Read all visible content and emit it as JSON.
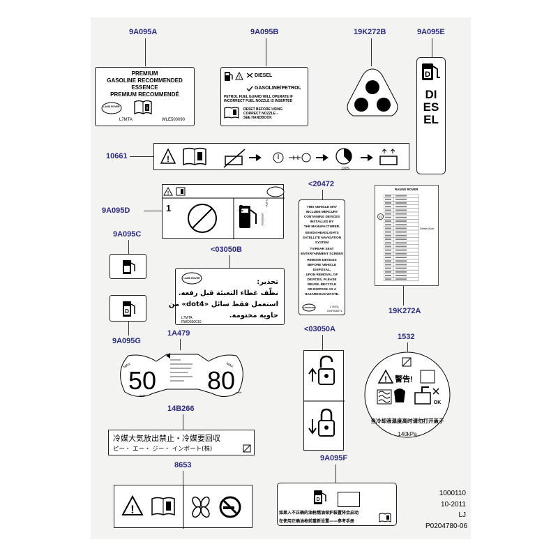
{
  "callouts": {
    "c1": "9A095A",
    "c2": "9A095B",
    "c3": "19K272B",
    "c4": "9A095E",
    "c5": "10661",
    "c6": "<20472",
    "c7": "9A095D",
    "c8": "9A095C",
    "c9": "<03050B",
    "c10": "19K272A",
    "c11": "9A095G",
    "c12": "1A479",
    "c13": "<03050A",
    "c14": "1532",
    "c15": "14B266",
    "c16": "8653",
    "c17": "9A095F"
  },
  "label_a": {
    "line1": "PREMIUM",
    "line2": "GASOLINE RECOMMENDED",
    "line3": "ESSENCE",
    "line4": "PREMIUM RECOMMENDÉ",
    "logo": "LAND ROVER",
    "code1": "L7MTA",
    "code2": "WLE500090"
  },
  "label_b": {
    "diesel": "DIESEL",
    "gasoline": "GASOLINE/PETROL",
    "warn1": "PETROL FUEL GUARD WILL OPERATE IF",
    "warn2": "INCORRECT FUEL NOZZLE IS INSERTED",
    "reset1": "RESET BEFORE USING",
    "reset2": "CORRECT NOZZLE -",
    "reset3": "SEE HANDBOOK"
  },
  "label_e": {
    "word": "DIESEL"
  },
  "label_10661": {
    "time": "120S"
  },
  "label_d": {
    "n1": "1",
    "n2": "2",
    "logo": "LAND ROVER",
    "side1": "7L8TA",
    "side2": "LR050100"
  },
  "label_20472": {
    "lines": [
      "THIS VEHICLE MAY",
      "INCLUDE MERCURY",
      "CONTAINING DEVICES",
      "INSTALLED BY",
      "THE MANUFACTURER.",
      "XENON HEADLIGHTS",
      "SATELLITE NAVIGATION",
      "SYSTEM",
      "TV/REAR SEAT",
      "ENTERTAINMENT SCREEN",
      "REMOVE DEVICES",
      "BEFORE VEHICLE",
      "DISPOSAL,",
      "UPON REMOVAL OF",
      "DEVICES, PLEASE",
      "REUSE, RECYCLE",
      "OR DISPOSE AS A",
      "HAZARDOUS WASTE."
    ],
    "logo": "LAND ROVER",
    "code1": "L7MTA",
    "code2": "GNF506071"
  },
  "label_19k272a": {
    "title": "RANGE ROVER",
    "e_mark": "E1",
    "note": "Diesel Auto"
  },
  "label_03050b": {
    "ar1": "تحذير:",
    "ar2": "نظّف غطاء التعبئة قبل رفعه.",
    "ar3": "استعمل فقط سائل «dot4» من",
    "ar4": "حاوية مختومة.",
    "logo": "LAND ROVER",
    "code1": "L7MTA",
    "code2": "RWD500010"
  },
  "label_1a479": {
    "speed1": "50",
    "speed2": "80",
    "max": "MAX",
    "mph": "mph",
    "kmh": "km/h"
  },
  "label_14b266": {
    "line1": "冷媒大気放出禁止・冷媒要回収",
    "line2": "ピー・ エー・ ジー・ インポート(株)"
  },
  "label_1532": {
    "warn": "警告!",
    "ok": "OK",
    "cn": "当冷却液温度高时请勿打开盖子",
    "pressure": "140kPa"
  },
  "label_9a095f": {
    "line1": "如果入不正确的油枪燃油保护装置将会启动",
    "line2": "在使用正确油枪前重新设置——参考手册"
  },
  "footer": {
    "l1": "1000110",
    "l2": "10-2011",
    "l3": "LJ",
    "l4": "P0204780-06"
  },
  "icons": [
    "warning-triangle-icon",
    "handbook-icon",
    "fuel-pump-icon",
    "battery-icon",
    "key-icon",
    "timer-icon",
    "padlock-icon",
    "fan-icon",
    "no-smoking-icon",
    "cooling-icon"
  ],
  "colors": {
    "callout": "#2a2a86",
    "sheet": "#f3f4f1"
  }
}
